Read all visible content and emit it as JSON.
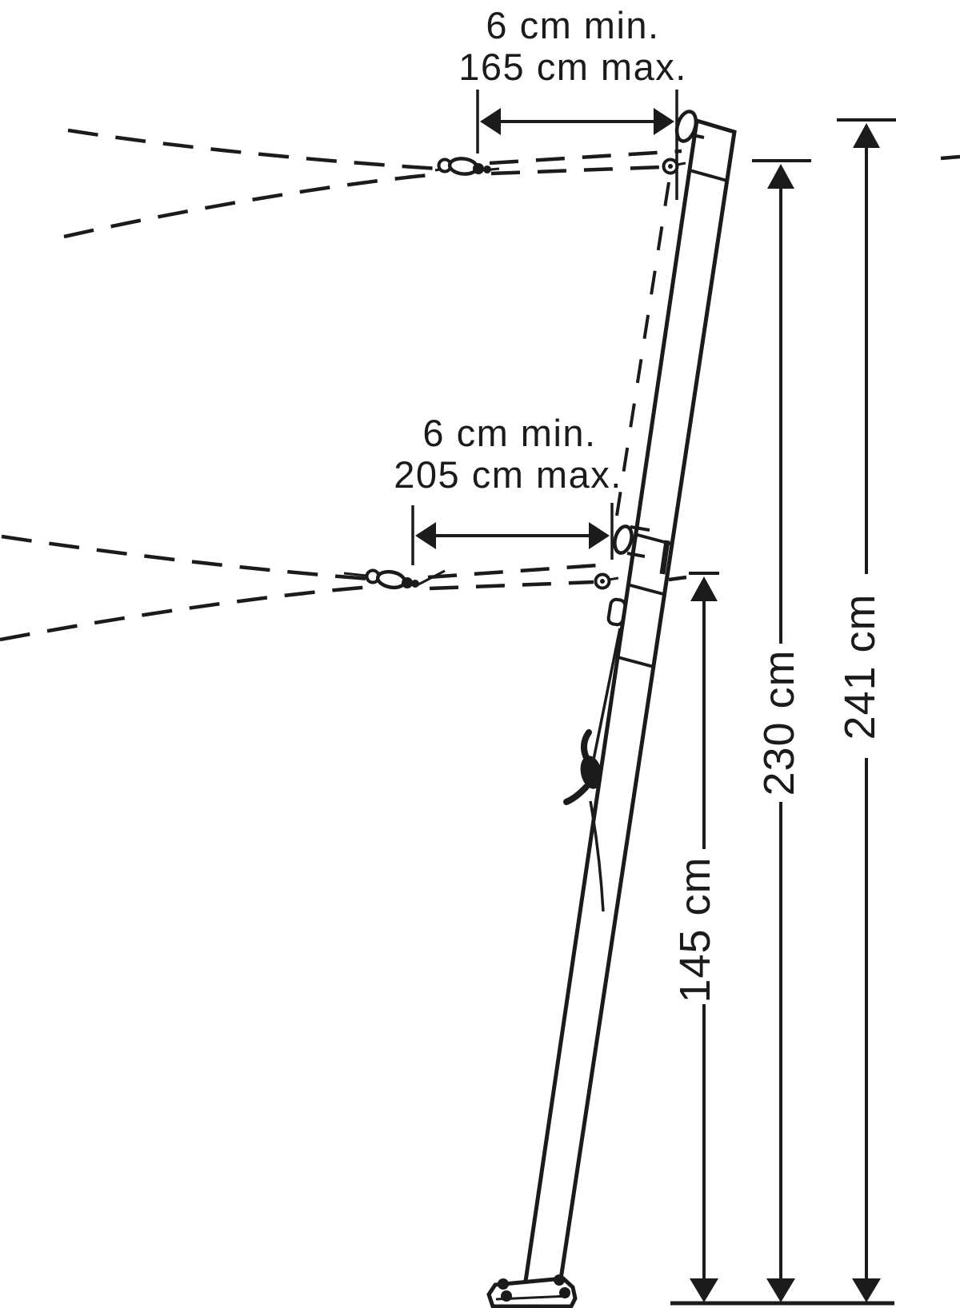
{
  "diagram": {
    "colors": {
      "ink": "#1b1b1b",
      "background": "#ffffff"
    },
    "top_dimension": {
      "min": "6 cm min.",
      "max": "165 cm max."
    },
    "middle_dimension": {
      "min": "6 cm min.",
      "max": "205 cm max."
    },
    "vertical_dimensions": {
      "inner": "145 cm",
      "middle": "230 cm",
      "outer": "241 cm"
    }
  }
}
